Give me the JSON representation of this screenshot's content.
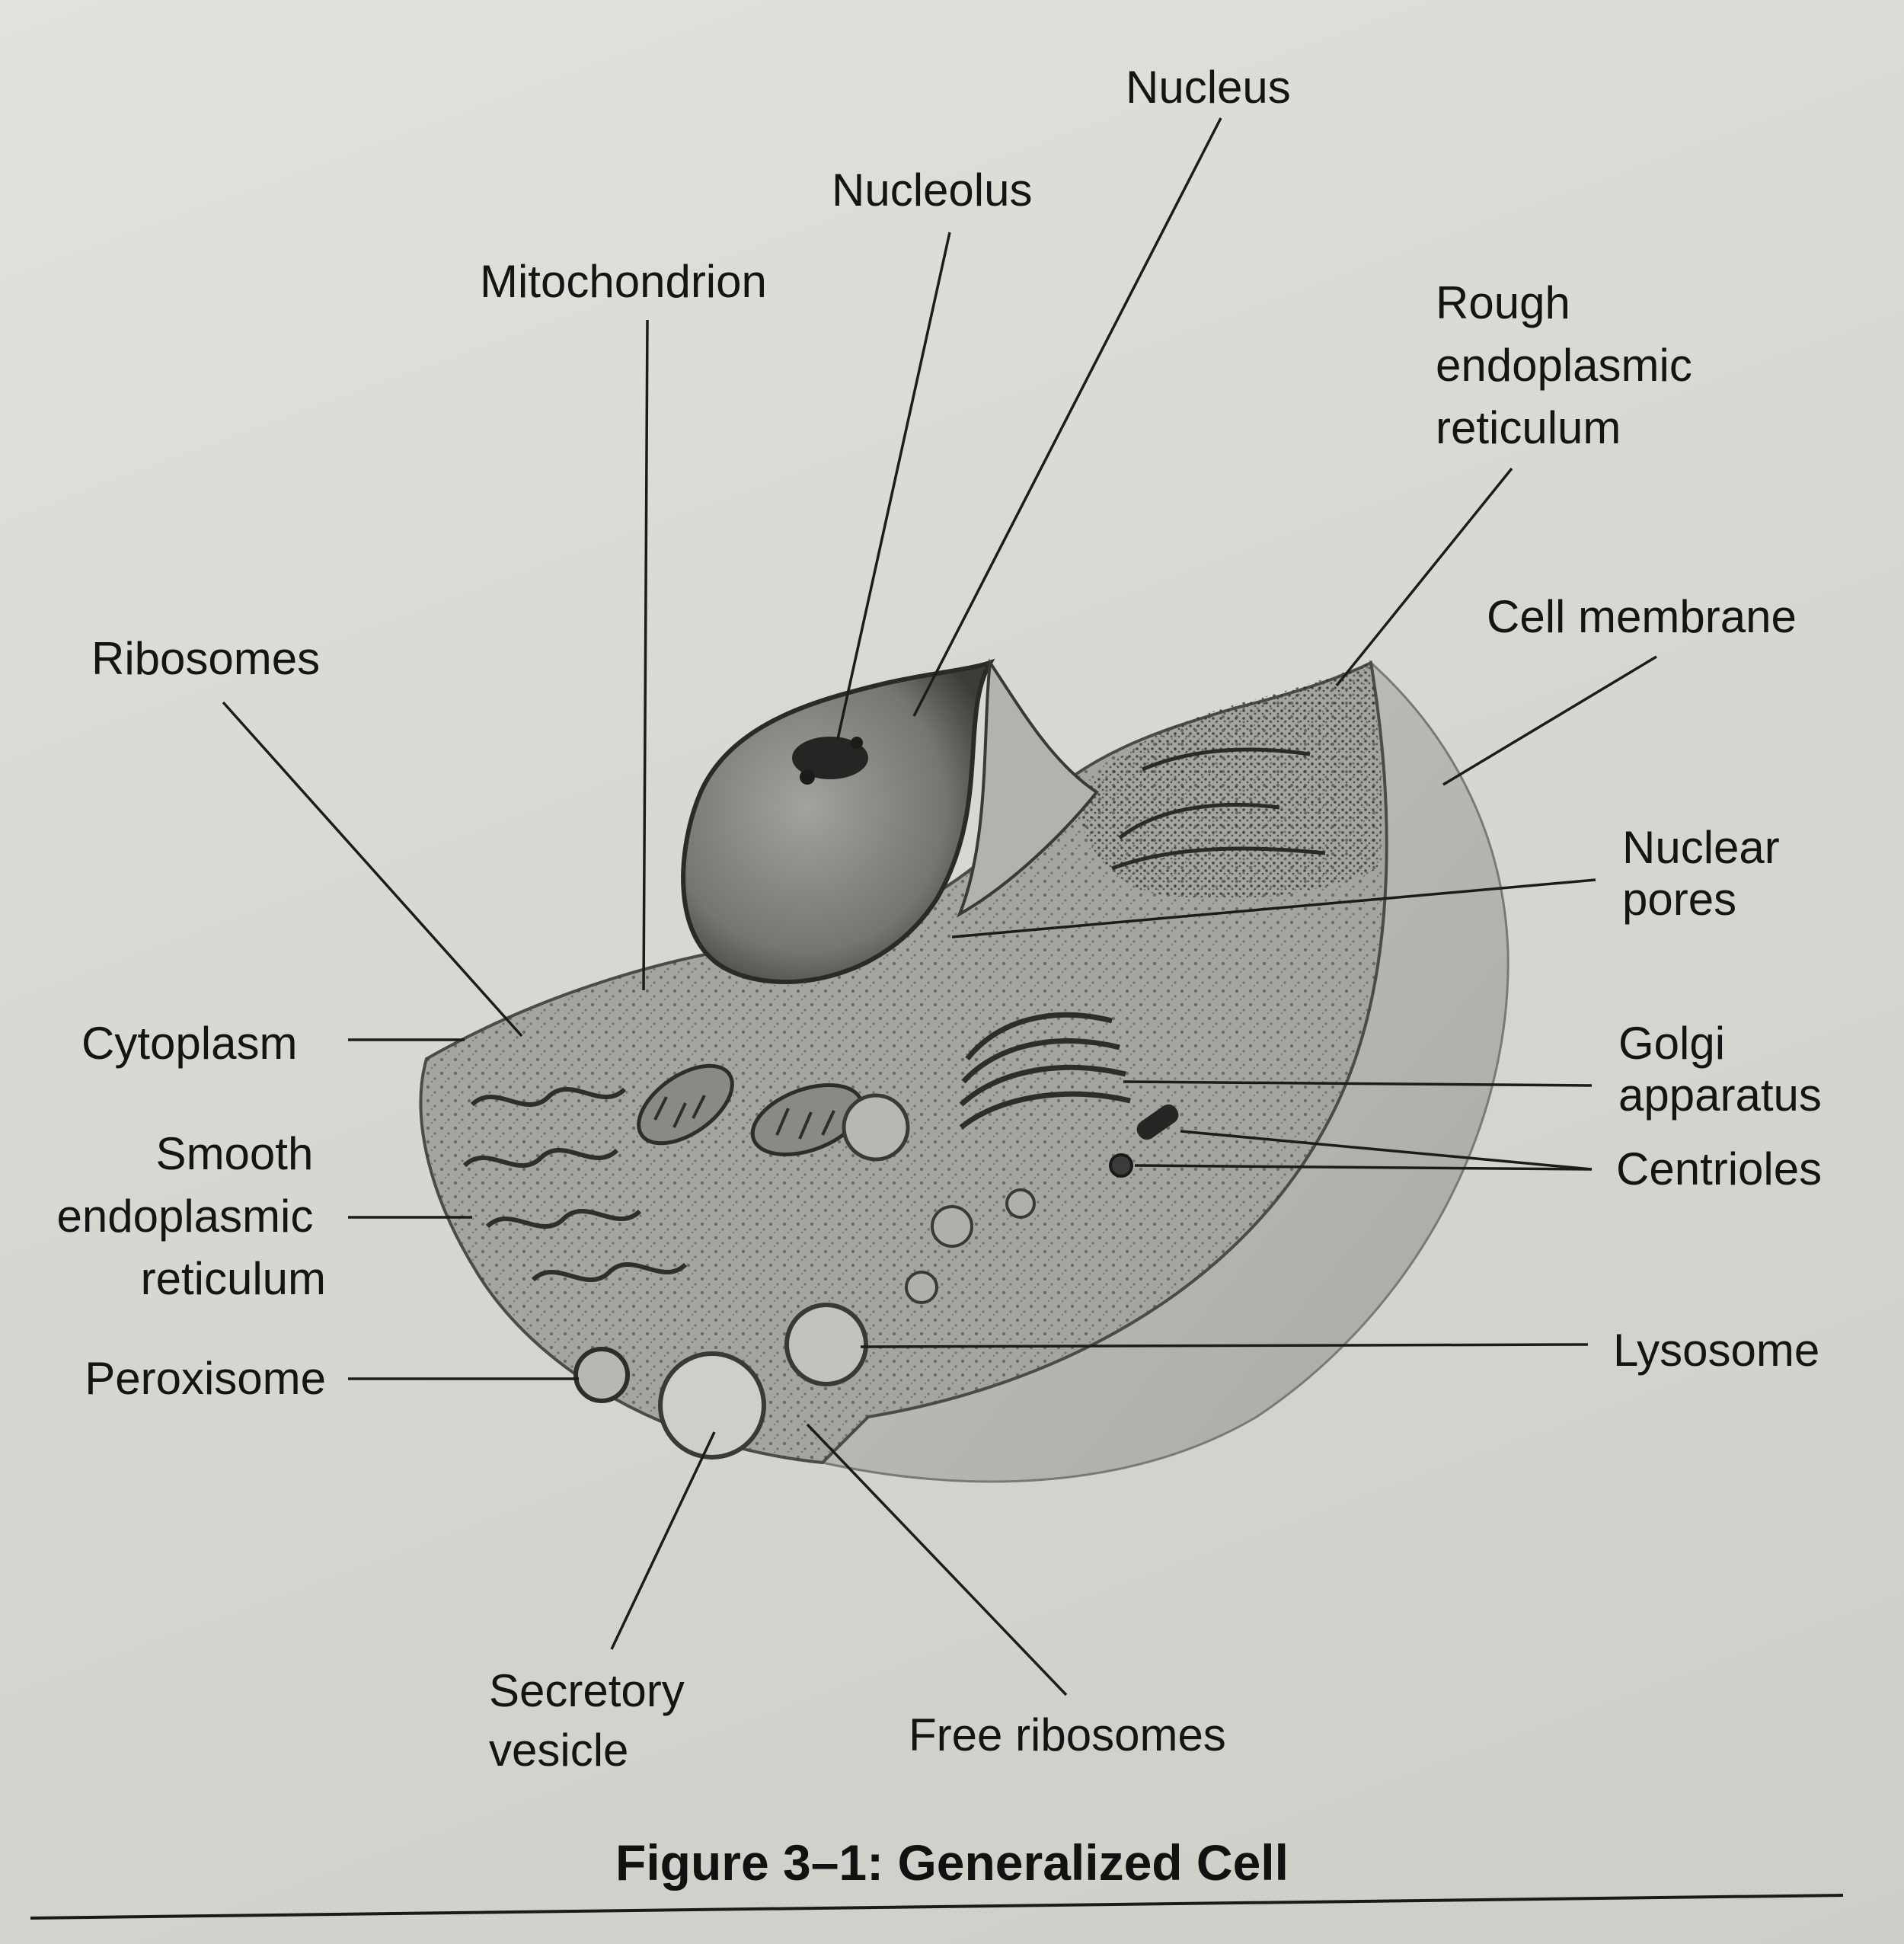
{
  "labels": {
    "nucleus": "Nucleus",
    "nucleolus": "Nucleolus",
    "mitochondrion": "Mitochondrion",
    "rough_er": [
      "Rough",
      "endoplasmic",
      "reticulum"
    ],
    "cell_membrane": "Cell membrane",
    "ribosomes": "Ribosomes",
    "nuclear_pores": [
      "Nuclear",
      "pores"
    ],
    "cytoplasm": "Cytoplasm",
    "golgi": [
      "Golgi",
      "apparatus"
    ],
    "centrioles": "Centrioles",
    "smooth_er": [
      "Smooth",
      "endoplasmic",
      "reticulum"
    ],
    "peroxisome": "Peroxisome",
    "lysosome": "Lysosome",
    "secretory_vesicle": [
      "Secretory",
      "vesicle"
    ],
    "free_ribosomes": "Free ribosomes"
  },
  "caption": "Figure 3–1: Generalized Cell",
  "colors": {
    "paper": "#dcdbd6",
    "ink": "#141414",
    "cell_shade": "#9b9a95",
    "membrane_face": "#b9b8b3"
  }
}
